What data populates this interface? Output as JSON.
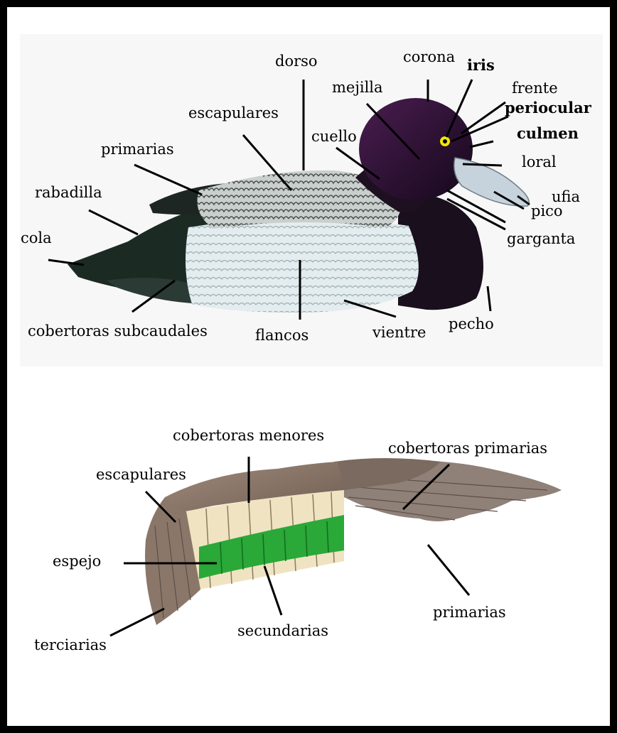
{
  "duck_labels": {
    "dorso": "dorso",
    "corona": "corona",
    "iris": "iris",
    "mejilla": "mejilla",
    "frente": "frente",
    "periocular": "periocular",
    "escapulares": "escapulares",
    "culmen": "culmen",
    "cuello": "cuello",
    "primarias": "primarias",
    "loral": "loral",
    "rabadilla": "rabadilla",
    "ufia": "ufia",
    "pico": "pico",
    "cola": "cola",
    "garganta": "garganta",
    "cobertoras_subcaudales": "cobertoras subcaudales",
    "flancos": "flancos",
    "vientre": "vientre",
    "pecho": "pecho"
  },
  "wing_labels": {
    "cobertoras_menores": "cobertoras menores",
    "cobertoras_primarias": "cobertoras primarias",
    "escapulares": "escapulares",
    "espejo": "espejo",
    "primarias": "primarias",
    "terciarias": "terciarias",
    "secundarias": "secundarias"
  },
  "colors": {
    "head": "#2a0f2e",
    "body_dark": "#1c2a24",
    "flank": "#dfe8ea",
    "back": "#b9bfbd",
    "bill": "#c7d3dc",
    "iris": "#f3e600",
    "wing_brown": "#8a7769",
    "speculum": "#2aa838",
    "secondary_tips": "#efe3c2"
  }
}
